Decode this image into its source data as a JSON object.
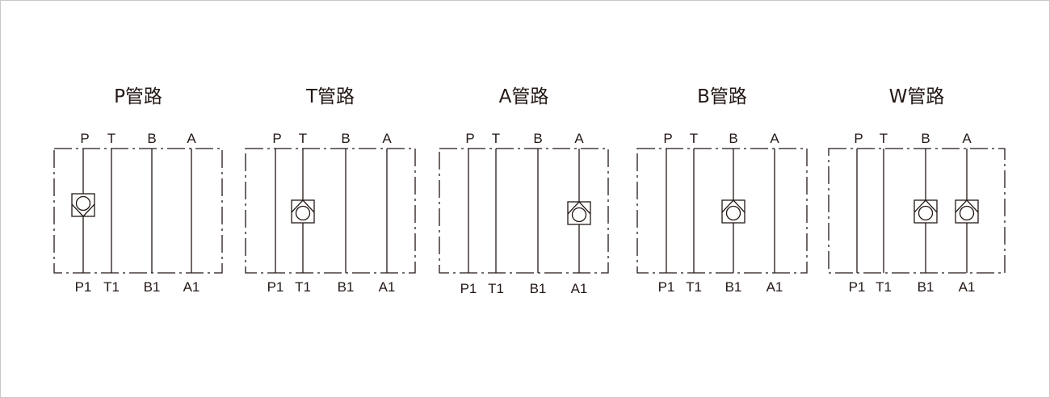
{
  "panels": [
    {
      "title": "P管路",
      "top_ports": [
        "P",
        "T",
        "B",
        "A"
      ],
      "bottom_ports": [
        "P1",
        "T1",
        "B1",
        "A1"
      ],
      "check_valves_on": [
        "P"
      ],
      "valve_orientation": "seat-down"
    },
    {
      "title": "T管路",
      "top_ports": [
        "P",
        "T",
        "B",
        "A"
      ],
      "bottom_ports": [
        "P1",
        "T1",
        "B1",
        "A1"
      ],
      "check_valves_on": [
        "T"
      ],
      "valve_orientation": "seat-up"
    },
    {
      "title": "A管路",
      "top_ports": [
        "P",
        "T",
        "B",
        "A"
      ],
      "bottom_ports": [
        "P1",
        "T1",
        "B1",
        "A1"
      ],
      "check_valves_on": [
        "A"
      ],
      "valve_orientation": "seat-up"
    },
    {
      "title": "B管路",
      "top_ports": [
        "P",
        "T",
        "B",
        "A"
      ],
      "bottom_ports": [
        "P1",
        "T1",
        "B1",
        "A1"
      ],
      "check_valves_on": [
        "B"
      ],
      "valve_orientation": "seat-up"
    },
    {
      "title": "W管路",
      "top_ports": [
        "P",
        "T",
        "B",
        "A"
      ],
      "bottom_ports": [
        "P1",
        "T1",
        "B1",
        "A1"
      ],
      "check_valves_on": [
        "B",
        "A"
      ],
      "valve_orientation": "seat-up"
    }
  ],
  "colors": {
    "line": "#231815",
    "border": "#c8c8c8"
  }
}
